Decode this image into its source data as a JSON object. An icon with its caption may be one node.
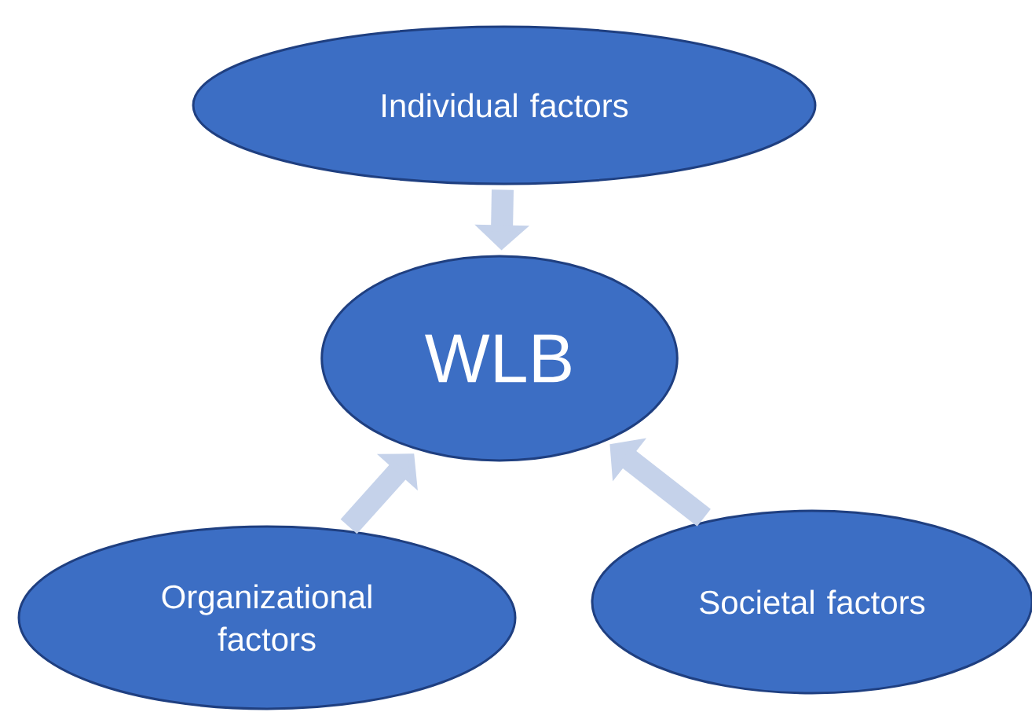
{
  "diagram": {
    "nodes": [
      {
        "text": [
          "Individual factors"
        ]
      },
      {
        "text": [
          "WLB"
        ]
      },
      {
        "text": [
          "Organizational factors"
        ]
      },
      {
        "text": [
          "Societal factors"
        ]
      }
    ],
    "edges": [
      {
        "from": 0,
        "to": 1,
        "arrow": "to"
      },
      {
        "from": 2,
        "to": 1,
        "arrow": "to"
      },
      {
        "from": 3,
        "to": 1,
        "arrow": "to"
      }
    ]
  }
}
